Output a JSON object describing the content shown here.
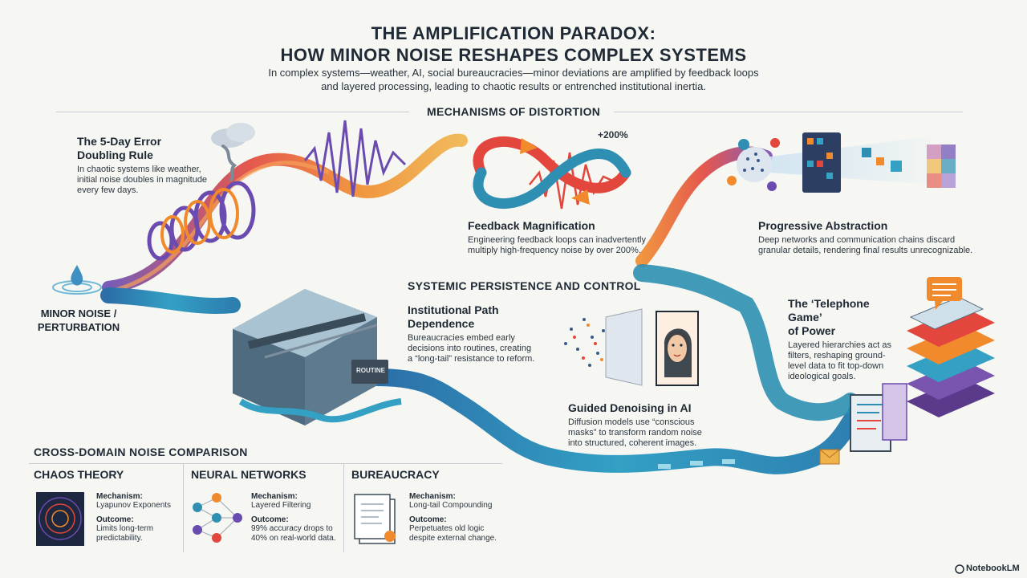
{
  "header": {
    "title_line1": "THE AMPLIFICATION PARADOX:",
    "title_line2": "HOW MINOR NOISE RESHAPES COMPLEX SYSTEMS",
    "subtitle": "In complex systems—weather, AI, social bureaucracies—minor deviations are amplified by feedback loops and layered processing, leading to chaotic results or entrenched institutional inertia."
  },
  "sections": {
    "mechanisms": "MECHANISMS OF DISTORTION",
    "persistence": "SYSTEMIC PERSISTENCE AND CONTROL",
    "comparison": "CROSS-DOMAIN NOISE COMPARISON"
  },
  "origin": {
    "line1": "MINOR NOISE /",
    "line2": "PERTURBATION"
  },
  "nodes": {
    "error_doubling": {
      "title_l1": "The 5-Day Error",
      "title_l2": "Doubling Rule",
      "body_l1": "In chaotic systems like weather,",
      "body_l2": "initial noise doubles in magnitude",
      "body_l3": "every few days."
    },
    "feedback": {
      "title": "Feedback Magnification",
      "body_l1": "Engineering feedback loops can inadvertently",
      "body_l2": "multiply high-frequency noise by over 200%.",
      "badge": "+200%"
    },
    "abstraction": {
      "title": "Progressive Abstraction",
      "body_l1": "Deep networks and communication chains discard",
      "body_l2": "granular details, rendering final results unrecognizable."
    },
    "path_dependence": {
      "title_l1": "Institutional Path",
      "title_l2": "Dependence",
      "body_l1": "Bureaucracies embed early",
      "body_l2": "decisions into routines, creating",
      "body_l3": "a “long-tail” resistance to reform.",
      "cart_label": "ROUTINE"
    },
    "denoising": {
      "title": "Guided Denoising in AI",
      "body_l1": "Diffusion models use “conscious",
      "body_l2": "masks” to transform random noise",
      "body_l3": "into structured, coherent images."
    },
    "telephone": {
      "title_l1": "The ‘Telephone Game’",
      "title_l2": "of Power",
      "body_l1": "Layered hierarchies act as",
      "body_l2": "filters, reshaping ground-",
      "body_l3": "level data to fit top-down",
      "body_l4": "ideological goals."
    }
  },
  "comparison": {
    "columns": [
      {
        "heading": "CHAOS THEORY",
        "mechanism_label": "Mechanism:",
        "mechanism": "Lyapunov Exponents",
        "outcome_label": "Outcome:",
        "outcome_l1": "Limits long-term",
        "outcome_l2": "predictability."
      },
      {
        "heading": "NEURAL NETWORKS",
        "mechanism_label": "Mechanism:",
        "mechanism": "Layered Filtering",
        "outcome_label": "Outcome:",
        "outcome_l1": "99% accuracy drops to",
        "outcome_l2": "40% on real-world data."
      },
      {
        "heading": "BUREAUCRACY",
        "mechanism_label": "Mechanism:",
        "mechanism": "Long-tail Compounding",
        "outcome_label": "Outcome:",
        "outcome_l1": "Perpetuates old logic",
        "outcome_l2": "despite external change."
      }
    ]
  },
  "footer": {
    "brand": "NotebookLM"
  },
  "colors": {
    "accent_orange": "#f08a2c",
    "accent_purple": "#6a4bb0",
    "accent_teal": "#2f8fb3",
    "accent_red": "#e2463c"
  }
}
